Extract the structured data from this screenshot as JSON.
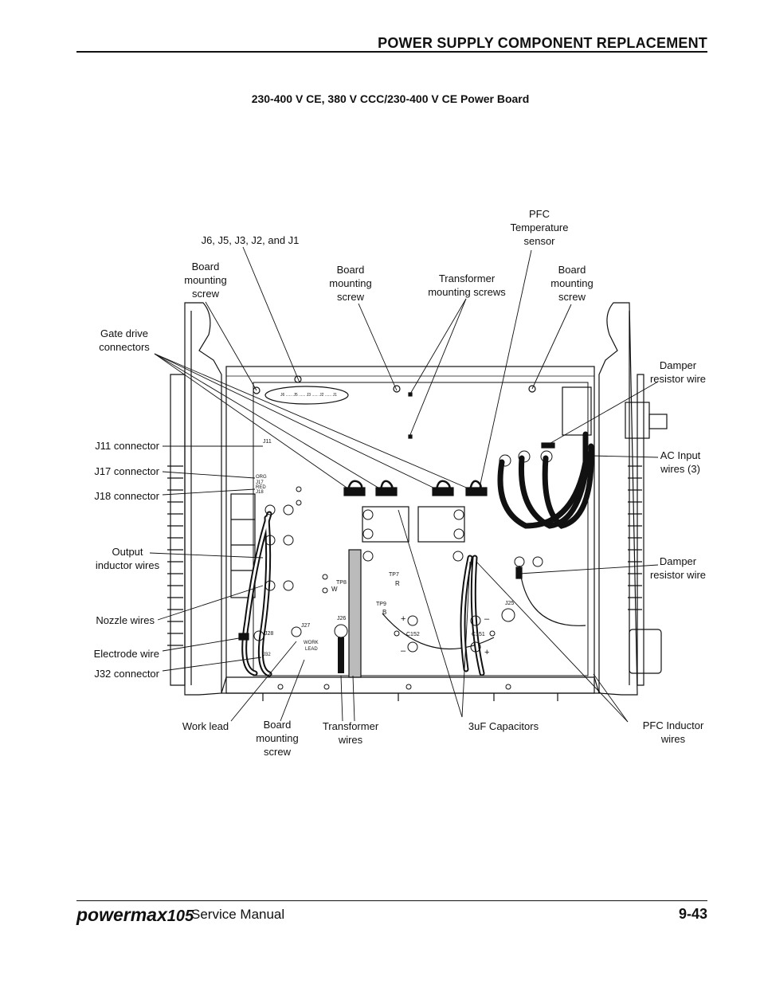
{
  "header": {
    "title": "POWER SUPPLY COMPONENT REPLACEMENT"
  },
  "figure": {
    "title": "230-400 V CE, 380 V CCC/230-400 V CE Power Board",
    "labels": {
      "pfc_temp_sensor": "PFC\nTemperature\nsensor",
      "j_connectors": "J6, J5, J3, J2, and J1",
      "board_screw_left": "Board\nmounting\nscrew",
      "board_screw_center": "Board\nmounting\nscrew",
      "transformer_screws": "Transformer\nmounting screws",
      "board_screw_right": "Board\nmounting\nscrew",
      "gate_drive": "Gate drive\nconnectors",
      "damper_top": "Damper\nresistor wire",
      "j11": "J11 connector",
      "j17": "J17 connector",
      "ac_input": "AC Input\nwires (3)",
      "j18": "J18 connector",
      "output_inductor": "Output\ninductor wires",
      "damper_bottom": "Damper\nresistor wire",
      "nozzle": "Nozzle wires",
      "electrode": "Electrode wire",
      "j32": "J32 connector",
      "work_lead": "Work lead",
      "board_screw_bottom": "Board\nmounting\nscrew",
      "transformer_wires": "Transformer\nwires",
      "capacitors": "3uF Capacitors",
      "pfc_inductor": "PFC Inductor\nwires"
    },
    "board_text": {
      "tp8": "TP8",
      "w": "W",
      "tp7": "TP7",
      "r": "R",
      "tp9": "TP9",
      "b": "B",
      "j26": "J26",
      "j27": "J27",
      "j28": "J28",
      "j25": "J25",
      "c152": "C152",
      "c151": "C151",
      "work": "WORK",
      "lead": "LEAD",
      "j11": "J11",
      "j32": "J32",
      "org": "ORG",
      "j17": "J17",
      "red": "RED",
      "j18": "J18",
      "plus_l": "+",
      "minus_l": "–",
      "minus_r": "–",
      "plus_r": "+",
      "conn_strip": "J6  ......  J5  ......  J3  ......  J2  ......  J1"
    }
  },
  "footer": {
    "brand": "powermax",
    "model": "105",
    "manual": "Service Manual",
    "page": "9-43"
  }
}
